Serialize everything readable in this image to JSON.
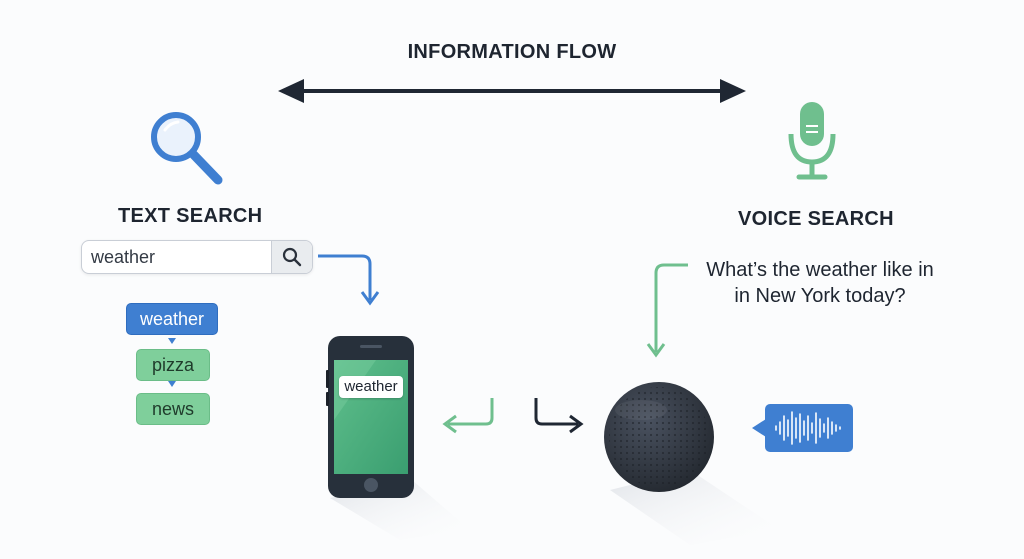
{
  "top": {
    "title": "INFORMATION FLOW"
  },
  "text_search": {
    "heading": "TEXT SEARCH",
    "input_value": "weather",
    "suggestions": [
      "weather",
      "pizza",
      "news"
    ]
  },
  "voice_search": {
    "heading": "VOICE SEARCH",
    "query_line1": "What’s the weather like in",
    "query_line2": "in New York today?"
  },
  "phone": {
    "screen_bubble": "weather"
  },
  "icons": [
    "magnifier-icon",
    "search-icon",
    "microphone-icon",
    "smartphone-icon",
    "smart-speaker-icon",
    "soundwave-icon"
  ],
  "colors": {
    "blue": "#3f7fd1",
    "green": "#6fbf8e",
    "dark": "#1f2733",
    "speaker": "#2e3440"
  }
}
